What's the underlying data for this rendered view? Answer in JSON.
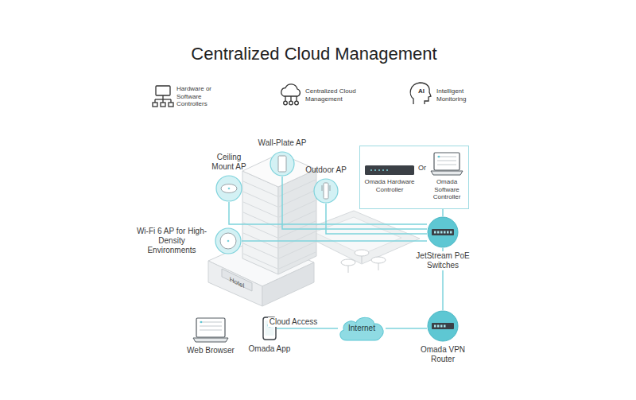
{
  "diagram": {
    "title": "Centralized Cloud Management",
    "nodes": [
      {
        "text": [
          "Ceiling Mount AP"
        ]
      },
      {
        "text": [
          "Wall-Plate AP"
        ]
      },
      {
        "text": [
          "Outdoor AP"
        ]
      },
      {
        "text": [
          "Wi-Fi 6 AP for High-Density Environments"
        ]
      },
      {
        "text": [
          "Or"
        ]
      },
      {
        "text": [
          "Omada Hardware Controller"
        ],
        "in": 4
      },
      {
        "text": [
          "Omada Software Controller"
        ],
        "in": 4
      },
      {
        "text": [
          "JetStream PoE Switches"
        ]
      },
      {
        "text": [
          "Omada VPN Router"
        ]
      },
      {
        "text": [
          "Internet"
        ]
      },
      {
        "text": [
          "Omada App"
        ]
      },
      {
        "text": [
          "Web Browser"
        ]
      }
    ],
    "edges": [
      {
        "from": 0,
        "to": 7,
        "arrow": "none"
      },
      {
        "from": 1,
        "to": 7,
        "arrow": "none"
      },
      {
        "from": 2,
        "to": 7,
        "arrow": "none"
      },
      {
        "from": 3,
        "to": 7,
        "arrow": "none"
      },
      {
        "from": 4,
        "to": 7,
        "arrow": "none"
      },
      {
        "from": 7,
        "to": 8,
        "arrow": "none"
      },
      {
        "from": 8,
        "to": 9,
        "arrow": "none"
      },
      {
        "from": 9,
        "to": 10,
        "label": "Cloud Access",
        "arrow": "none"
      }
    ],
    "labels": [
      "Hardware or Software Controllers",
      "Centralized Cloud Management",
      "AI",
      "Intelligent Monitoring",
      "Hotel"
    ]
  }
}
